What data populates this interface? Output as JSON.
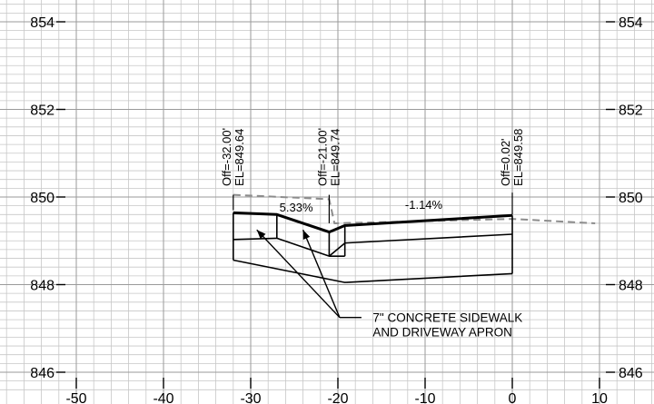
{
  "chart_data": {
    "type": "line",
    "title": "",
    "xlabel": "",
    "ylabel": "",
    "xlim": [
      -50,
      10
    ],
    "ylim": [
      846,
      854
    ],
    "x_ticks": [
      -50,
      -40,
      -30,
      -20,
      -10,
      0,
      10
    ],
    "x_tick_labels": [
      "-50",
      "-40",
      "-30",
      "-20",
      "-10",
      "0",
      "10"
    ],
    "y_ticks": [
      846,
      848,
      850,
      852,
      854
    ],
    "y_tick_labels": [
      "846",
      "848",
      "850",
      "852",
      "854"
    ],
    "grid": true,
    "minor_grid_step": 2,
    "series": [
      {
        "style": "existing-ground-dashed",
        "color": "#8c8c8c",
        "points": [
          [
            -32,
            850.05
          ],
          [
            -21,
            849.95
          ],
          [
            -20.4,
            849.4
          ],
          [
            0,
            849.5
          ],
          [
            9.5,
            849.4
          ]
        ]
      },
      {
        "style": "proposed-surface",
        "color": "#000000",
        "points": [
          [
            -32,
            849.64
          ],
          [
            -27,
            849.6
          ],
          [
            -21,
            849.2
          ],
          [
            -19.2,
            849.35
          ],
          [
            0,
            849.58
          ]
        ]
      },
      {
        "style": "pavement-bottom",
        "color": "#000000",
        "points": [
          [
            -32,
            849.03
          ],
          [
            -27,
            849.06
          ],
          [
            -21,
            848.65
          ],
          [
            -19.2,
            848.95
          ],
          [
            0,
            849.15
          ]
        ]
      },
      {
        "style": "subgrade",
        "color": "#000000",
        "points": [
          [
            -32,
            848.56
          ],
          [
            -19.2,
            848.05
          ],
          [
            0,
            848.25
          ]
        ]
      }
    ],
    "vertical_segments": [
      [
        -32,
        848.56,
        849.64
      ],
      [
        -27,
        849.06,
        849.6
      ],
      [
        -21,
        848.65,
        849.2
      ],
      [
        -19.2,
        848.65,
        849.35
      ],
      [
        0,
        848.25,
        849.58
      ]
    ],
    "extra_segments": [
      [
        -21,
        848.65,
        -19.2,
        848.65
      ]
    ],
    "annotations": [
      {
        "lines": [
          "Off=-32.00'",
          "EL=849.64"
        ],
        "x": -32,
        "tick_y": [
          849.7,
          850.05
        ]
      },
      {
        "lines": [
          "Off=-21.00'",
          "EL=849.74"
        ],
        "x": -21,
        "tick_y": [
          849.4,
          850.05
        ]
      },
      {
        "lines": [
          "Off=0.02'",
          "EL=849.58"
        ],
        "x": 0,
        "tick_y": [
          849.6,
          850.1
        ]
      }
    ],
    "slope_labels": [
      {
        "text": "5.33%",
        "x": -26.7,
        "y": 849.67
      },
      {
        "text": "-1.14%",
        "x": -12.3,
        "y": 849.73
      }
    ],
    "callout": {
      "lines": [
        "7\" CONCRETE SIDEWALK",
        "AND DRIVEWAY APRON"
      ],
      "text_x": -16,
      "text_y": 847.15,
      "arrow_origin": [
        -19.8,
        847.25
      ],
      "arrow_targets": [
        [
          -29.3,
          849.25
        ],
        [
          -24,
          849.25
        ]
      ]
    }
  }
}
